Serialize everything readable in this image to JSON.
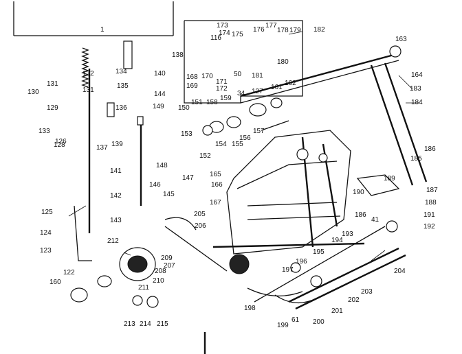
{
  "header": {
    "mark": "1"
  },
  "labels": [
    "182",
    "173",
    "174",
    "175",
    "176",
    "177",
    "178",
    "179",
    "180",
    "116",
    "50",
    "172",
    "171",
    "170",
    "168",
    "169",
    "181",
    "183",
    "184",
    "163",
    "164",
    "131",
    "132",
    "130",
    "131",
    "129",
    "128",
    "133",
    "134",
    "135",
    "136",
    "137",
    "138",
    "139",
    "140",
    "141",
    "144",
    "149",
    "150",
    "151",
    "158",
    "159",
    "34",
    "127",
    "161",
    "162",
    "153",
    "154",
    "155",
    "156",
    "157",
    "152",
    "125",
    "126",
    "124",
    "123",
    "142",
    "143",
    "145",
    "146",
    "147",
    "148",
    "165",
    "166",
    "167",
    "185",
    "186",
    "187",
    "188",
    "189",
    "190",
    "191",
    "192",
    "193",
    "194",
    "195",
    "196",
    "197",
    "198",
    "199",
    "200",
    "201",
    "202",
    "203",
    "204",
    "205",
    "206",
    "207",
    "208",
    "209",
    "210",
    "211",
    "212",
    "213",
    "214",
    "215",
    "122",
    "160",
    "61",
    "41",
    "186"
  ]
}
